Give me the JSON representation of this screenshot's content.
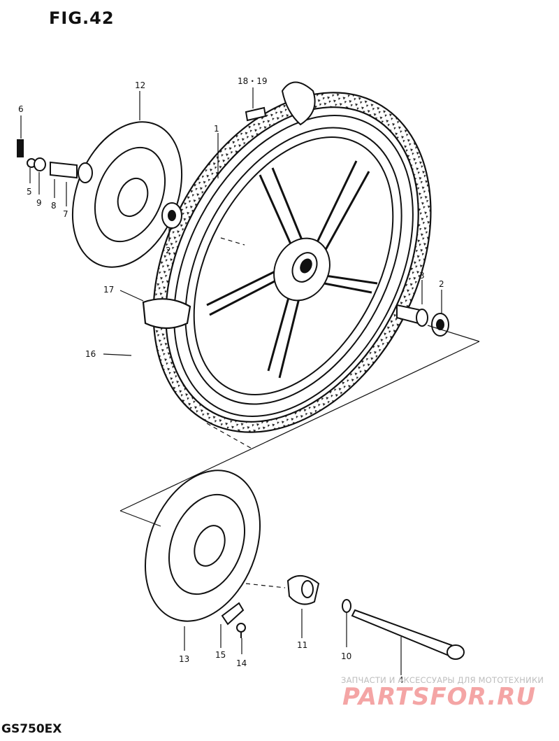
{
  "figure_title": "FIG.42",
  "model_code": "GS750EX",
  "watermark": {
    "caption": "ЗАПЧАСТИ И АКСЕССУАРЫ ДЛЯ МОТОТЕХНИКИ",
    "logo": "PARTSFOR.RU"
  },
  "callouts": {
    "c1": "1",
    "c2a": "2",
    "c2b": "2",
    "c3": "3",
    "c4": "4",
    "c5": "5",
    "c6": "6",
    "c7": "7",
    "c8": "8",
    "c9": "9",
    "c10": "10",
    "c11": "11",
    "c12": "12",
    "c13": "13",
    "c14": "14",
    "c15": "15",
    "c16": "16",
    "c17": "17",
    "c18_19": "18・19"
  }
}
